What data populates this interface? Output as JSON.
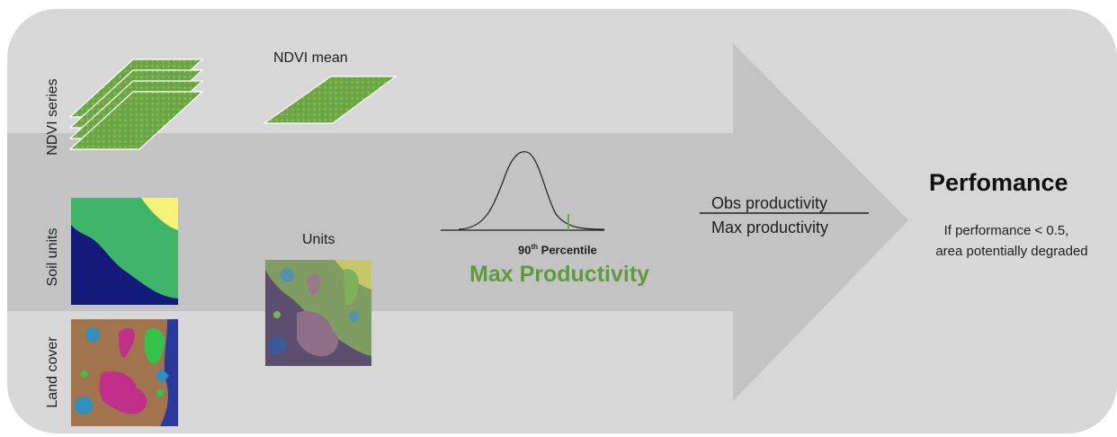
{
  "rows": {
    "ndvi_series": "NDVI series",
    "soil_units": "Soil units",
    "land_cover": "Land cover"
  },
  "ndvi_mean": "NDVI mean",
  "units": "Units",
  "percentile": {
    "number": "90",
    "superscript": "th",
    "suffix": " Percentile"
  },
  "max_productivity": "Max Productivity",
  "fraction": {
    "numerator": "Obs productivity",
    "denominator": "Max productivity"
  },
  "performance": {
    "title": "Perfomance",
    "line1": "If performance < 0.5,",
    "line2": "area potentially degraded"
  },
  "colors": {
    "panel": "#d7d7d7",
    "arrow": "#c3c3c3",
    "ndvi_green": "#6ea845",
    "soil_dark": "#131a7a",
    "soil_green": "#3fb56a",
    "soil_yellow": "#f6f27a",
    "landcover_brown": "#a2744e",
    "landcover_magenta": "#c0308a",
    "landcover_teal": "#2f8fbf",
    "landcover_green": "#33c24a",
    "max_productivity": "#5f9a3b"
  }
}
